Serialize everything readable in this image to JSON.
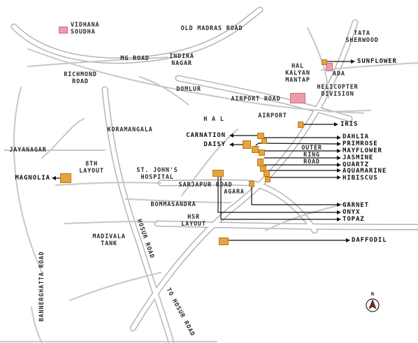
{
  "areas": {
    "vidhana_soudha": "VIDHANA\nSOUDHA",
    "old_madras_road": "OLD MADRAS ROAD",
    "tata_sherwood": "TATA\nSHERWOOD",
    "mg_road": "MG ROAD",
    "indira_nagar": "INDIRA\nNAGAR",
    "richmond_road": "RICHMOND\nROAD",
    "hal_kalyan_mantap": "HAL\nKALYAN\nMANTAP",
    "ada": "ADA",
    "helicopter_division": "HELICOPTER\nDIVISION",
    "domlur": "DOMLUR",
    "airport_road": "AIRPORT ROAD",
    "hal": "H A L",
    "airport": "AIRPORT",
    "koramangala": "KORAMANGALA",
    "jayanagar": "JAYANAGAR",
    "eighth_layout": "8TH\nLAYOUT",
    "outer_ring_road": "OUTER\nRING\nROAD",
    "st_johns_hospital": "ST. JOHN'S\nHOSPITAL",
    "sarjapur_road": "SARJAPUR ROAD",
    "agara": "AGARA",
    "bommasandra": "BOMMASANDRA",
    "hosur_road": "HOSUR ROAD",
    "to_hosur_road": "TO HOSUR ROAD",
    "hsr_layout": "HSR\nLAYOUT",
    "madivala_tank": "MADIVALA\nTANK",
    "bannerghatta_road": "BANNERGHATTA ROAD"
  },
  "projects": {
    "sunflower": "SUNFLOWER",
    "iris": "IRIS",
    "carnation": "CARNATION",
    "daisy": "DAISY",
    "dahlia": "DAHLIA",
    "primrose": "PRIMROSE",
    "mayflower": "MAYFLOWER",
    "jasmine": "JASMINE",
    "quartz": "QUARTZ",
    "aquamarine": "AQUAMARINE",
    "hibiscus": "HIBISCUS",
    "magnolia": "MAGNOLIA",
    "garnet": "GARNET",
    "onyx": "ONYX",
    "topaz": "TOPAZ",
    "daffodil": "DAFFODIL"
  },
  "compass": {
    "north": "N"
  },
  "colors": {
    "road": "#d2d2d2",
    "road_edge": "#b5b5b5",
    "project_marker": "#e8a33c",
    "landmark": "#ef9aa8",
    "pointer_line": "#111111"
  }
}
